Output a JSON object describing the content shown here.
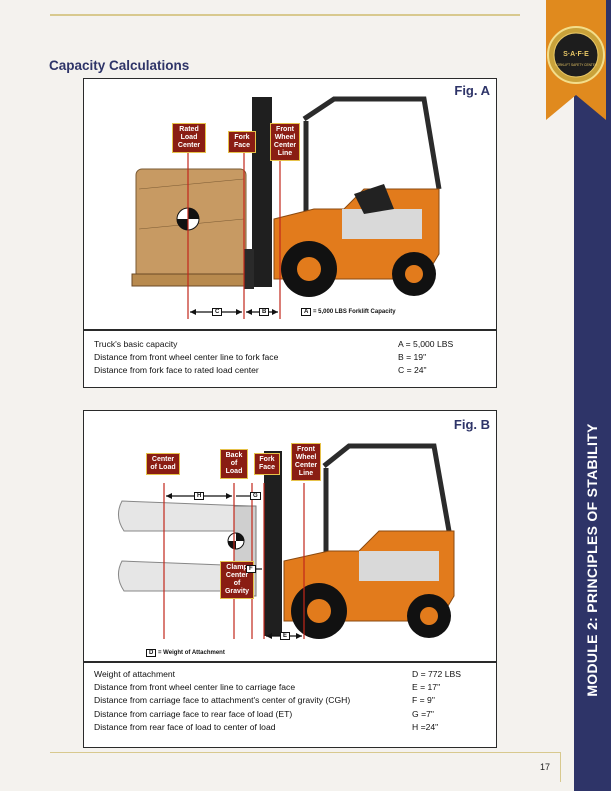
{
  "sidebar": {
    "module_title": "MODULE 2: PRINCIPLES OF STABILITY"
  },
  "badge": {
    "text": "S·A·F·E",
    "subtext": "FORKLIFT SAFETY CENTER"
  },
  "section_title": "Capacity Calculations",
  "figA": {
    "label": "Fig. A",
    "callouts": [
      "Rated Load Center",
      "Fork Face",
      "Front Wheel Center Line"
    ],
    "dim_marks": [
      "C",
      "B"
    ],
    "legend_key": "A",
    "legend_text": "= 5,000 LBS Forklift Capacity",
    "rows": [
      {
        "label": "Truck's basic capacity",
        "value": "A = 5,000 LBS"
      },
      {
        "label": "Distance from front wheel center line to fork face",
        "value": "B = 19\""
      },
      {
        "label": "Distance from fork face to rated load center",
        "value": "C = 24\""
      }
    ]
  },
  "figB": {
    "label": "Fig. B",
    "callouts": [
      "Center of Load",
      "Back of Load",
      "Fork Face",
      "Front Wheel Center Line",
      "Clamp Center of Gravity"
    ],
    "dim_marks": [
      "H",
      "G",
      "F",
      "E"
    ],
    "legend_key": "D",
    "legend_text": "= Weight of Attachment",
    "rows": [
      {
        "label": "Weight of attachment",
        "value": "D = 772 LBS"
      },
      {
        "label": "Distance from front wheel center line to carriage face",
        "value": "E = 17\""
      },
      {
        "label": "Distance from carriage face to attachment's center of gravity (CGH)",
        "value": "F = 9\""
      },
      {
        "label": "Distance from carriage face to rear face of load (ET)",
        "value": "G =7\""
      },
      {
        "label": "Distance from rear face of load to center of load",
        "value": "H =24\""
      }
    ]
  },
  "page_number": "17"
}
